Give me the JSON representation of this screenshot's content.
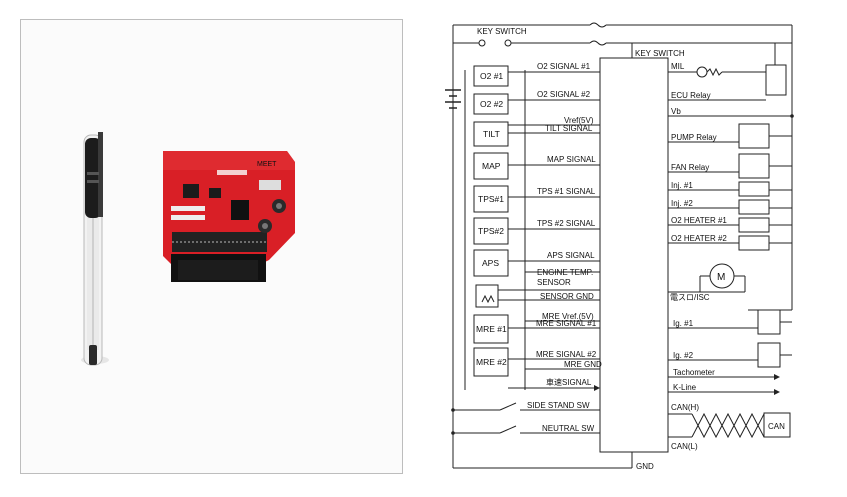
{
  "photo": {
    "board_silkscreen": "MEET",
    "items": [
      "pen",
      "ecu-board"
    ]
  },
  "schematic": {
    "key_switch_top": "KEY SWITCH",
    "key_switch_ecu": "KEY SWITCH",
    "ecu_gnd": "GND",
    "sensors": [
      {
        "box": "O2 #1",
        "signal": "O2 SIGNAL #1"
      },
      {
        "box": "O2 #2",
        "signal": "O2 SIGNAL #2"
      },
      {
        "box": "TILT",
        "signal": "TILT SIGNAL",
        "extra": "Vref(5V)"
      },
      {
        "box": "MAP",
        "signal": "MAP SIGNAL"
      },
      {
        "box": "TPS#1",
        "signal": "TPS #1 SIGNAL"
      },
      {
        "box": "TPS#2",
        "signal": "TPS #2 SIGNAL"
      },
      {
        "box": "APS",
        "signal": "APS SIGNAL"
      }
    ],
    "engine_temp_1": "ENGINE TEMP.",
    "engine_temp_2": "SENSOR",
    "sensor_gnd": "SENSOR GND",
    "mre_vref": "MRE Vref.(5V)",
    "mre_1": {
      "box": "MRE #1",
      "signal": "MRE SIGNAL #1"
    },
    "mre_2": {
      "box": "MRE #2",
      "signal": "MRE SIGNAL #2"
    },
    "mre_gnd": "MRE GND",
    "vehicle_speed": "車速SIGNAL",
    "side_stand": "SIDE STAND SW",
    "neutral": "NEUTRAL SW",
    "outputs": {
      "mil": "MIL",
      "ecu_relay": "ECU Relay",
      "vb": "Vb",
      "pump": "PUMP Relay",
      "fan": "FAN Relay",
      "inj1": "Inj. #1",
      "inj2": "Inj. #2",
      "o2h1": "O2 HEATER #1",
      "o2h2": "O2 HEATER #2",
      "throttle": "電スロ/ISC",
      "motor": "M",
      "ig1": "Ig. #1",
      "ig2": "Ig. #2",
      "tacho": "Tachometer",
      "kline": "K-Line",
      "canh": "CAN(H)",
      "canl": "CAN(L)",
      "can_box": "CAN"
    }
  }
}
